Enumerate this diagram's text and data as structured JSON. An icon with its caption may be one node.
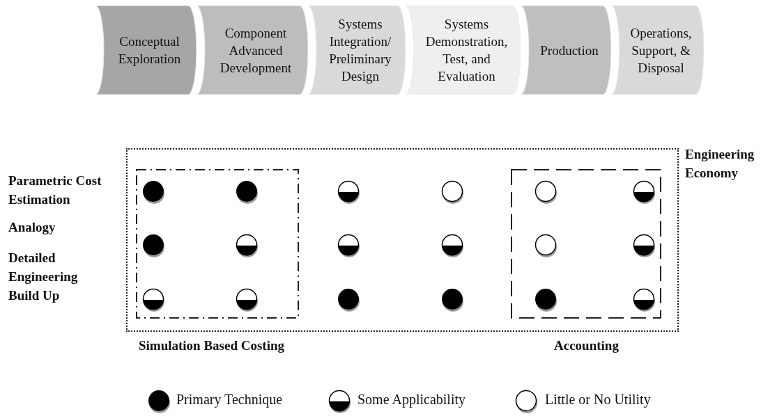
{
  "diagram": {
    "nodes": [
      {
        "text": [
          "Conceptual Exploration"
        ]
      },
      {
        "text": [
          "Component Advanced Development"
        ]
      },
      {
        "text": [
          "Systems Integration/ Preliminary Design"
        ]
      },
      {
        "text": [
          "Systems Demonstration, Test, and Evaluation"
        ]
      },
      {
        "text": [
          "Production"
        ]
      },
      {
        "text": [
          "Operations, Support, & Disposal"
        ]
      },
      {
        "text": [
          "Engineering Economy"
        ]
      },
      {
        "text": [
          "Simulation Based Costing"
        ],
        "in": 6
      },
      {
        "text": [
          "Accounting"
        ],
        "in": 6
      },
      {
        "text": [],
        "shape": "disc",
        "in": 7
      },
      {
        "text": [],
        "shape": "disc",
        "in": 7
      },
      {
        "text": [],
        "shape": "half-disc",
        "in": 6
      },
      {
        "text": [],
        "shape": "circle",
        "in": 6
      },
      {
        "text": [],
        "shape": "circle",
        "in": 8
      },
      {
        "text": [],
        "shape": "half-disc",
        "in": 8
      },
      {
        "text": [],
        "shape": "disc",
        "in": 7
      },
      {
        "text": [],
        "shape": "half-disc",
        "in": 7
      },
      {
        "text": [],
        "shape": "half-disc",
        "in": 6
      },
      {
        "text": [],
        "shape": "half-disc",
        "in": 6
      },
      {
        "text": [],
        "shape": "circle",
        "in": 8
      },
      {
        "text": [],
        "shape": "half-disc",
        "in": 8
      },
      {
        "text": [],
        "shape": "half-disc",
        "in": 7
      },
      {
        "text": [],
        "shape": "half-disc",
        "in": 7
      },
      {
        "text": [],
        "shape": "disc",
        "in": 6
      },
      {
        "text": [],
        "shape": "disc",
        "in": 6
      },
      {
        "text": [],
        "shape": "disc",
        "in": 8
      },
      {
        "text": [],
        "shape": "half-disc",
        "in": 8
      }
    ],
    "labels": [
      "Parametric Cost Estimation",
      "Analogy",
      "Detailed Engineering Build Up"
    ],
    "legend": [
      {
        "text": "Primary Technique"
      },
      {
        "text": "Some Applicability"
      },
      {
        "text": "Little or No Utility"
      }
    ]
  }
}
